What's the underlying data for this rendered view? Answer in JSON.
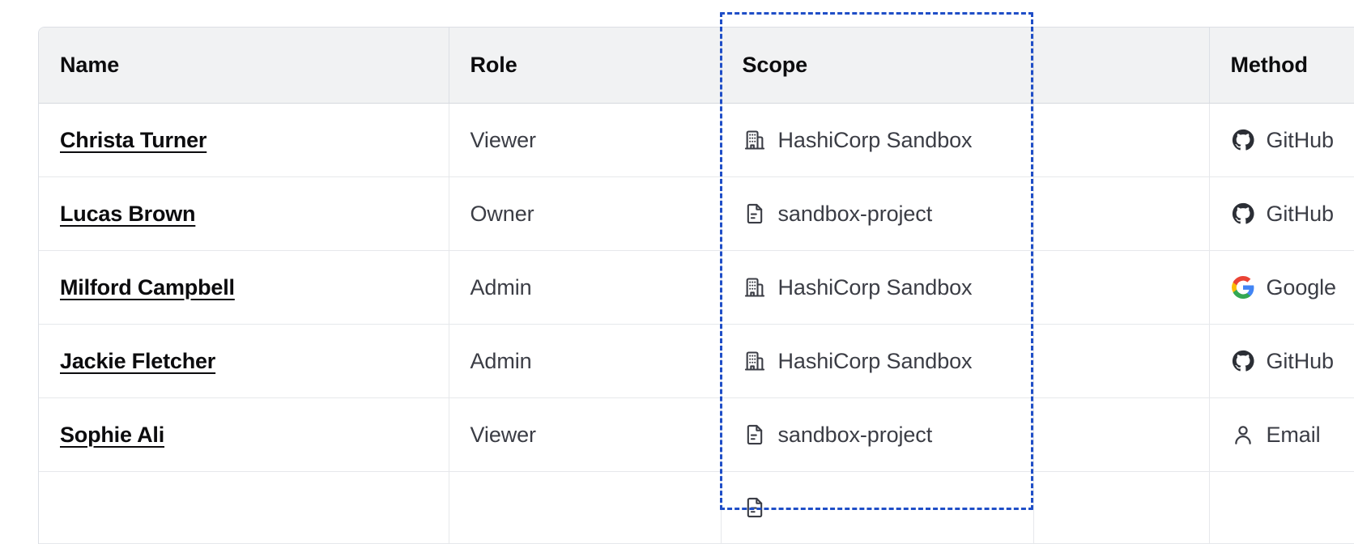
{
  "table": {
    "columns": [
      {
        "key": "name",
        "label": "Name"
      },
      {
        "key": "role",
        "label": "Role"
      },
      {
        "key": "scope",
        "label": "Scope"
      },
      {
        "key": "blank",
        "label": ""
      },
      {
        "key": "method",
        "label": "Method"
      }
    ],
    "rows": [
      {
        "name": "Christa Turner",
        "role": "Viewer",
        "scope": "HashiCorp Sandbox",
        "scope_icon": "organization-building-icon",
        "method": "GitHub",
        "method_icon": "github-icon"
      },
      {
        "name": "Lucas Brown",
        "role": "Owner",
        "scope": "sandbox-project",
        "scope_icon": "project-document-icon",
        "method": "GitHub",
        "method_icon": "github-icon"
      },
      {
        "name": "Milford Campbell",
        "role": "Admin",
        "scope": "HashiCorp Sandbox",
        "scope_icon": "organization-building-icon",
        "method": "Google",
        "method_icon": "google-icon"
      },
      {
        "name": "Jackie Fletcher",
        "role": "Admin",
        "scope": "HashiCorp Sandbox",
        "scope_icon": "organization-building-icon",
        "method": "GitHub",
        "method_icon": "github-icon"
      },
      {
        "name": "Sophie Ali",
        "role": "Viewer",
        "scope": "sandbox-project",
        "scope_icon": "project-document-icon",
        "method": "Email",
        "method_icon": "user-person-icon"
      },
      {
        "name": "",
        "role": "",
        "scope": "",
        "scope_icon": "project-document-icon",
        "method": "",
        "method_icon": ""
      }
    ]
  },
  "highlight": {
    "target_column": "Scope",
    "style": "dashed",
    "color": "#1f4ec7"
  },
  "colors": {
    "header_background": "#f1f2f3",
    "header_text": "#0c0c0e",
    "body_text": "#3b3d45",
    "link_text": "#0c0c0e",
    "row_border": "#e6e8eb",
    "table_border": "#dcdfe5",
    "highlight": "#1f4ec7",
    "icon": "#3b3d45",
    "google_blue": "#4285f4",
    "google_red": "#ea4335",
    "google_yellow": "#fbbc05",
    "google_green": "#34a853"
  }
}
